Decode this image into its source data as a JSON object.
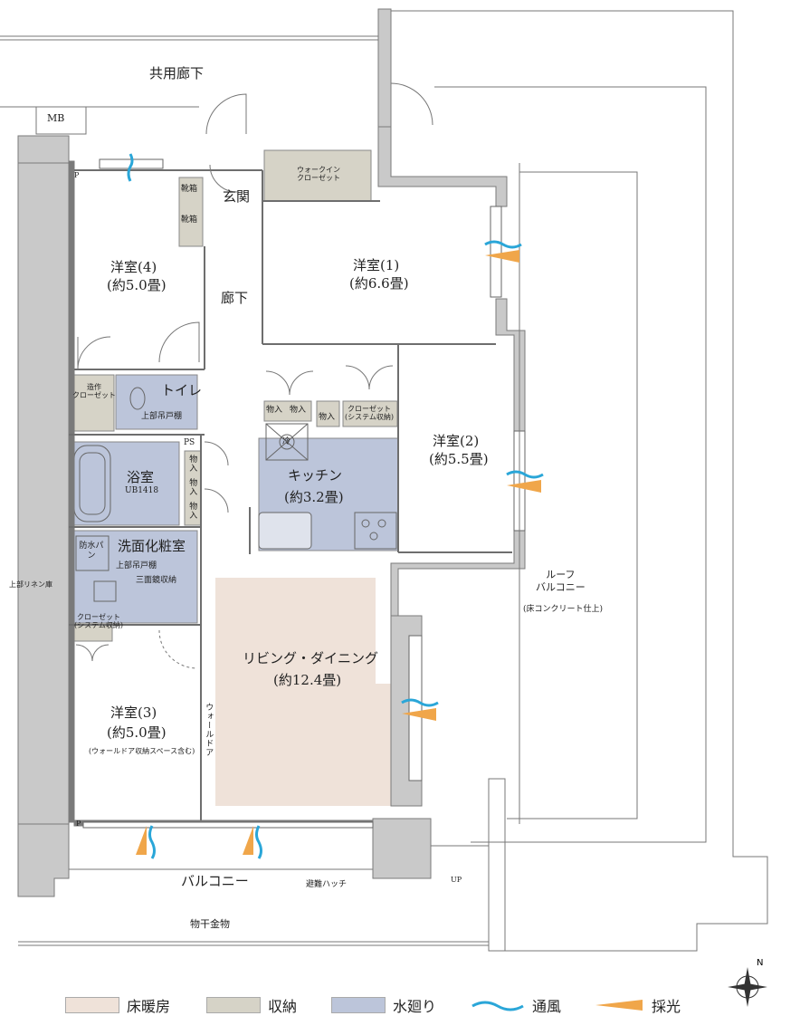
{
  "rooms": {
    "corridor_common": "共用廊下",
    "mb": "MB",
    "shoe1": "靴箱",
    "shoe2": "靴箱",
    "genkan": "玄関",
    "wic": "ウォークイン\nクローゼット",
    "western4": "洋室(4)",
    "western4_size": "(約5.0畳)",
    "hallway": "廊下",
    "western1": "洋室(1)",
    "western1_size": "(約6.6畳)",
    "made_closet": "造作\nクローゼット",
    "toilet": "トイレ",
    "upper_cabinet1": "上部吊戸棚",
    "storage1": "物入",
    "storage2": "物入",
    "storage3": "物入",
    "closet_system1": "クローゼット\n(システム収納)",
    "western2": "洋室(2)",
    "western2_size": "(約5.5畳)",
    "ps": "PS",
    "cold": "冷",
    "kitchen": "キッチン",
    "kitchen_size": "(約3.2畳)",
    "bath": "浴室",
    "bath_unit": "UB1418",
    "st_a": "物入",
    "st_b": "物入",
    "st_c": "物入",
    "waterproof_pan": "防水パン",
    "washroom": "洗面化粧室",
    "upper_cabinet2": "上部吊戸棚",
    "mirror_storage": "三面鏡収納",
    "upper_linen": "上部リネン庫",
    "closet_system2": "クローゼット\n(システム収納)",
    "living": "リビング・ダイニング",
    "living_size": "(約12.4畳)",
    "roof_balcony": "ルーフ\nバルコニー",
    "roof_balcony_note": "(床コンクリート仕上)",
    "western3": "洋室(3)",
    "western3_size": "(約5.0畳)",
    "western3_note": "(ウォールドア収納スペース含む)",
    "wall_door": "ウォールドア",
    "p1": "P",
    "p2": "P",
    "balcony": "バルコニー",
    "hatch": "避難ハッチ",
    "drying": "物干金物",
    "up": "UP"
  },
  "legend": [
    {
      "label": "床暖房",
      "color": "#efe2d9"
    },
    {
      "label": "収納",
      "color": "#d6d3c7"
    },
    {
      "label": "水廻り",
      "color": "#bcc5da"
    },
    {
      "label": "通風",
      "color": "#2aa6d8"
    },
    {
      "label": "採光",
      "color": "#f0a64a"
    }
  ],
  "colors": {
    "wall": "#8e8e8e",
    "wall_fill": "#c9c9c9",
    "floor_heat": "#efe2d9",
    "storage": "#d6d3c7",
    "water": "#bcc5da"
  }
}
